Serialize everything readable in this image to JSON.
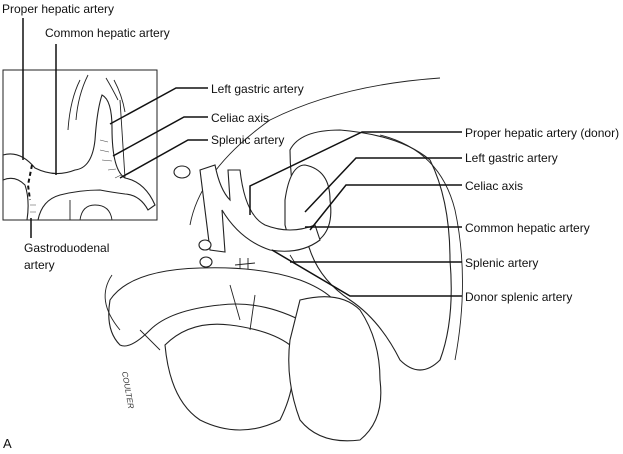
{
  "inset_labels": {
    "proper_hepatic": "Proper hepatic artery",
    "common_hepatic": "Common hepatic artery",
    "left_gastric": "Left gastric artery",
    "celiac": "Celiac axis",
    "splenic": "Splenic artery",
    "gastroduodenal_1": "Gastroduodenal",
    "gastroduodenal_2": "artery"
  },
  "main_labels": {
    "proper_hepatic_donor": "Proper hepatic artery (donor)",
    "left_gastric": "Left gastric artery",
    "celiac": "Celiac axis",
    "common_hepatic": "Common hepatic artery",
    "splenic": "Splenic artery",
    "donor_splenic": "Donor splenic artery"
  },
  "panel_letter": "A",
  "signature": "COULTER"
}
